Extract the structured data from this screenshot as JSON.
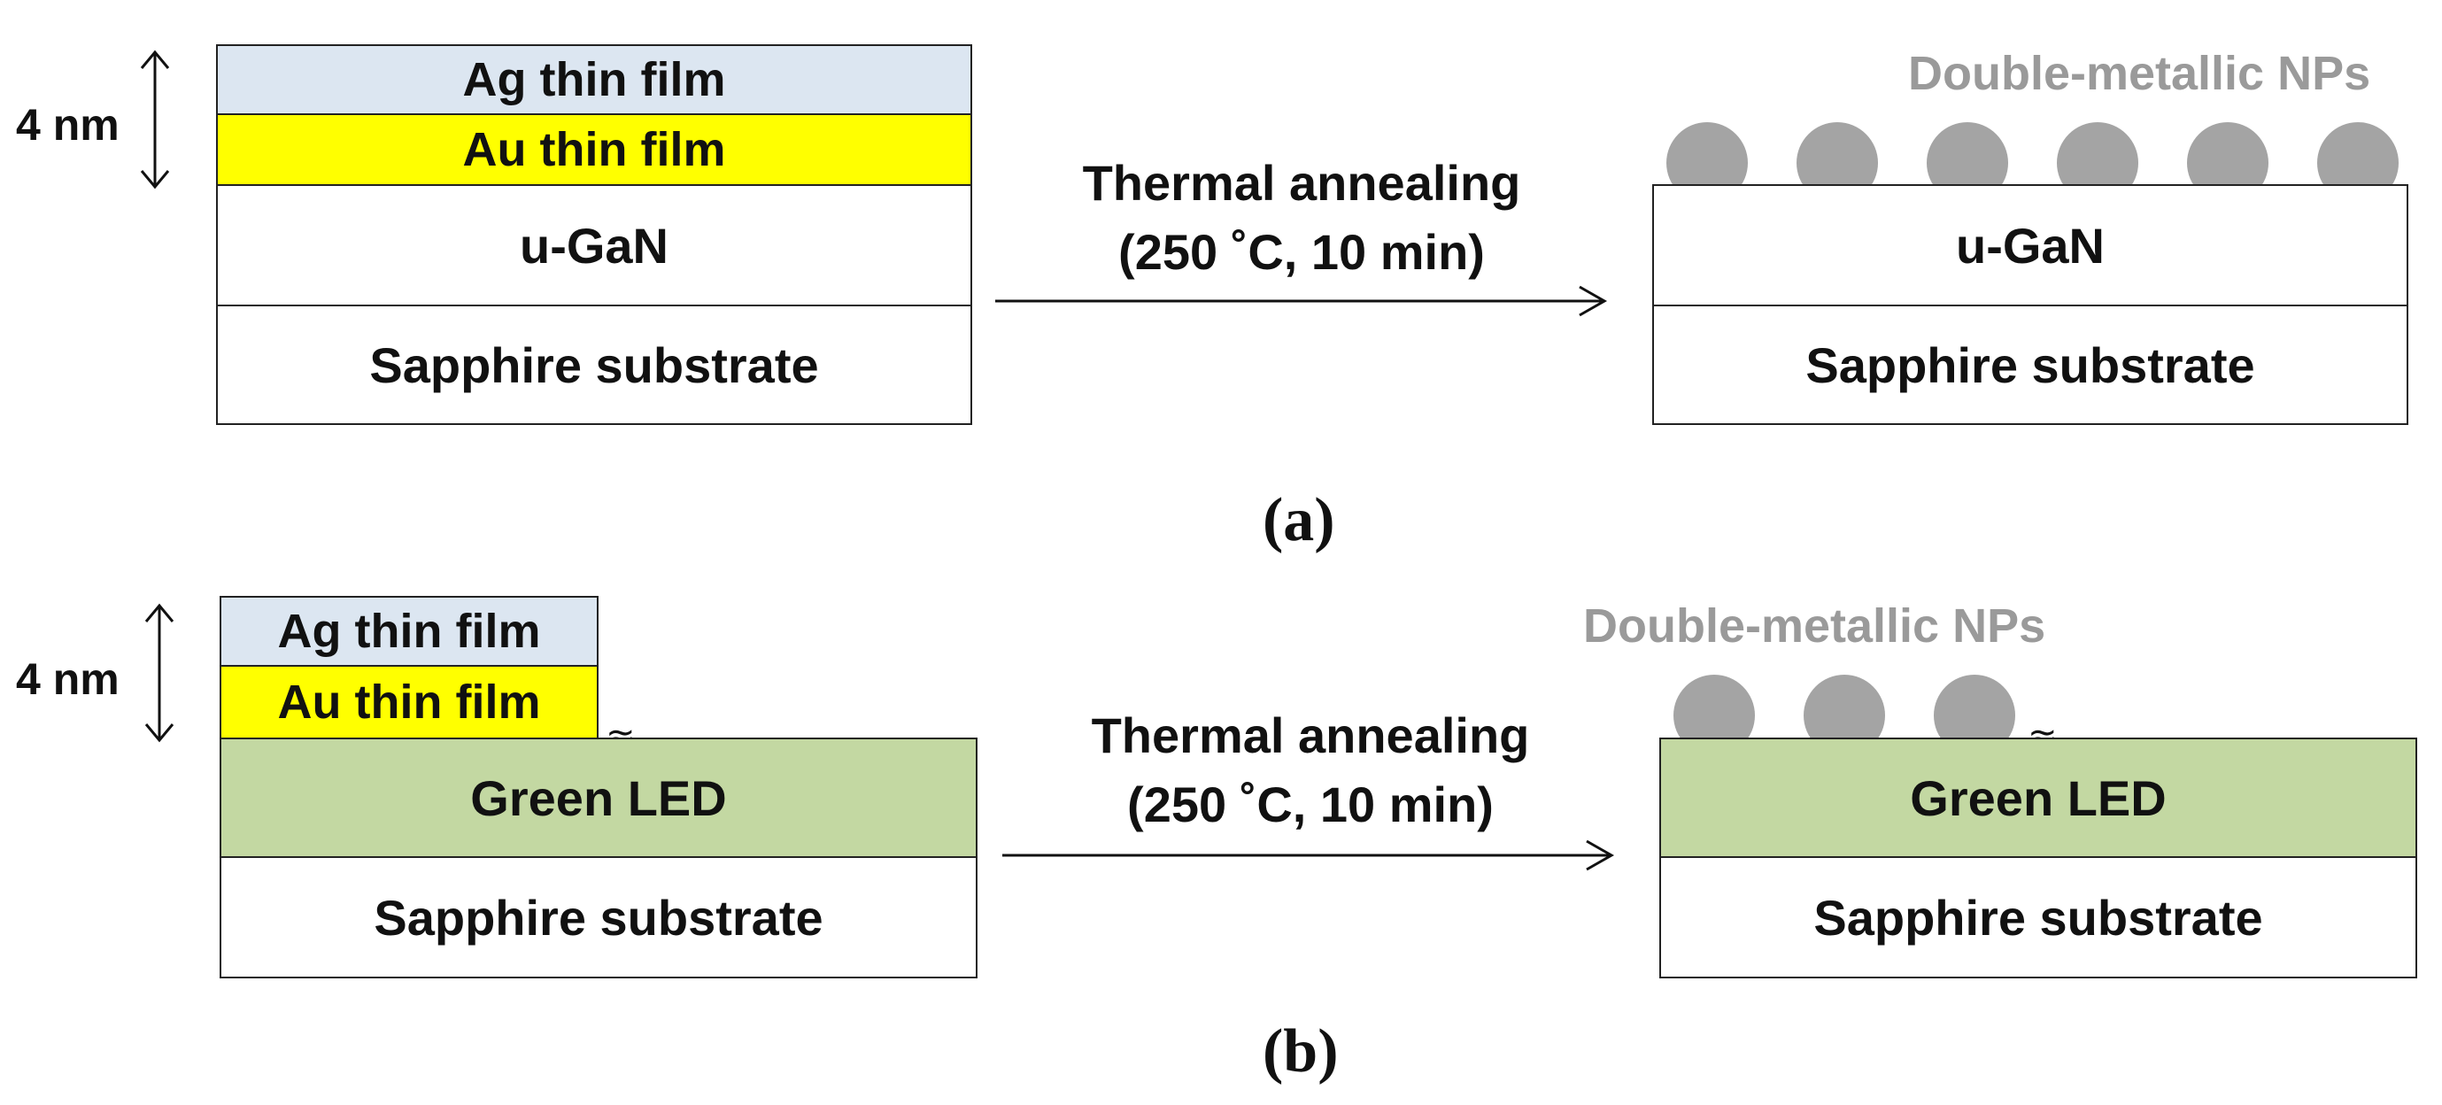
{
  "panel_a": {
    "thickness_label": "4 nm",
    "before": {
      "ag_film": "Ag thin film",
      "au_film": "Au thin film",
      "gan": "u-GaN",
      "substrate": "Sapphire substrate"
    },
    "process_line1": "Thermal annealing",
    "process_line2": "(250 ˚C, 10 min)",
    "after": {
      "np_label": "Double-metallic NPs",
      "np_count": 6,
      "gan": "u-GaN",
      "substrate": "Sapphire substrate"
    },
    "label": "(a)"
  },
  "panel_b": {
    "thickness_label": "4 nm",
    "before": {
      "ag_film": "Ag thin film",
      "au_film": "Au thin film",
      "led": "Green LED",
      "substrate": "Sapphire substrate"
    },
    "process_line1": "Thermal annealing",
    "process_line2": "(250 ˚C, 10 min)",
    "after": {
      "np_label": "Double-metallic NPs",
      "np_count": 3,
      "led": "Green LED",
      "substrate": "Sapphire substrate"
    },
    "label": "(b)"
  },
  "colors": {
    "ag_film": "#dce6f1",
    "au_film": "#ffff00",
    "green_led": "#c3d8a2",
    "nanoparticle": "#a4a4a4",
    "np_label": "#9a9a9a"
  }
}
